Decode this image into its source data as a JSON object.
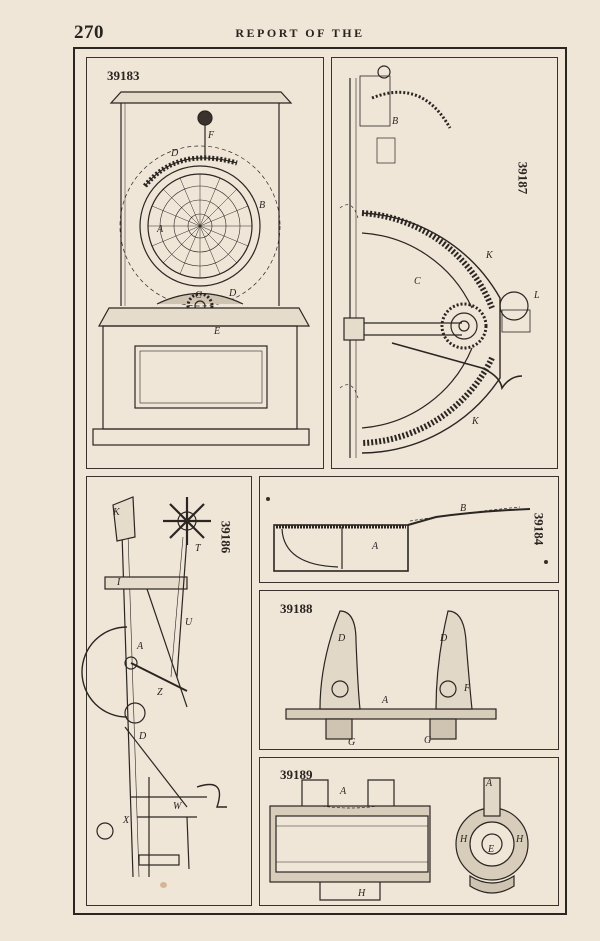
{
  "header": {
    "page_number": "270",
    "running_head": "REPORT OF THE"
  },
  "figures": [
    {
      "id": "39183",
      "labels": [
        "F",
        "D",
        "A",
        "B",
        "C",
        "D",
        "E"
      ]
    },
    {
      "id": "39187",
      "labels": [
        "B",
        "K",
        "C",
        "L",
        "K"
      ]
    },
    {
      "id": "39186",
      "labels": [
        "K",
        "T",
        "I",
        "U",
        "A",
        "Z",
        "D",
        "W",
        "X"
      ]
    },
    {
      "id": "39184",
      "labels": [
        "B",
        "A"
      ]
    },
    {
      "id": "39188",
      "labels": [
        "D",
        "D",
        "A",
        "F",
        "G",
        "G"
      ]
    },
    {
      "id": "39189",
      "labels": [
        "A",
        "H",
        "E",
        "H",
        "H",
        "A"
      ]
    }
  ]
}
